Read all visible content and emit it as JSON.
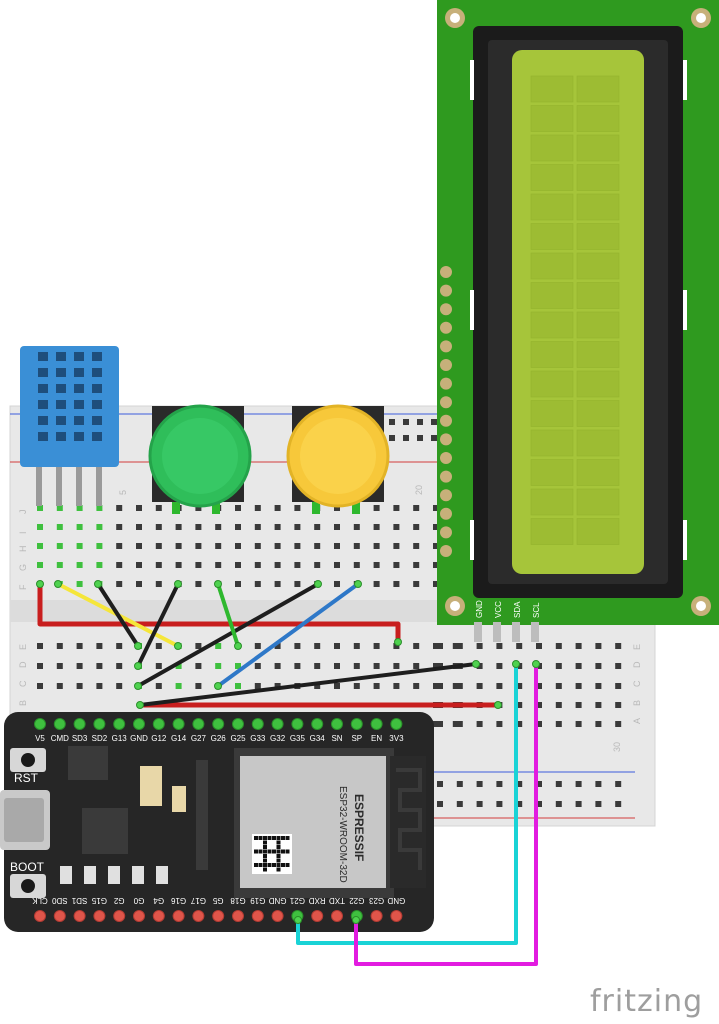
{
  "breadboard": {
    "row_letters_top": [
      "J",
      "I",
      "H",
      "G",
      "F"
    ],
    "row_letters_bottom": [
      "E",
      "D",
      "C",
      "B",
      "A"
    ],
    "column_numbers": [
      "5",
      "20",
      "30"
    ]
  },
  "lcd": {
    "pins": [
      "GND",
      "VCC",
      "SDA",
      "SCL"
    ]
  },
  "esp32": {
    "top_pins": [
      "V5",
      "CMD",
      "SD3",
      "SD2",
      "G13",
      "GND",
      "G12",
      "G14",
      "G27",
      "G26",
      "G25",
      "G33",
      "G32",
      "G35",
      "G34",
      "SN",
      "SP",
      "EN",
      "3V3"
    ],
    "bottom_pins": [
      "CLK",
      "SD0",
      "SD1",
      "G15",
      "G2",
      "G0",
      "G4",
      "G16",
      "G17",
      "G5",
      "G18",
      "G19",
      "GND",
      "G21",
      "RXD",
      "TXD",
      "G22",
      "G23",
      "GND"
    ],
    "rst_label": "RST",
    "boot_label": "BOOT",
    "module_brand": "ESPRESSIF",
    "module_model": "ESP32-WROOM-32D"
  },
  "watermark": "fritzing",
  "colors": {
    "cyan_wire": "#19d3d6",
    "magenta_wire": "#e21ce0",
    "yellow_wire": "#f5e63a",
    "green_wire": "#2eb82e",
    "blue_wire": "#2e78c8",
    "black_wire": "#1e1e1e",
    "red_wire": "#c81e1e",
    "lcd_pcb": "#2f9a1f",
    "lcd_screen": "#a6c53a",
    "dht_body": "#3a8fd6",
    "button_green": "#2fbe5a",
    "button_yellow": "#f7c83a"
  }
}
